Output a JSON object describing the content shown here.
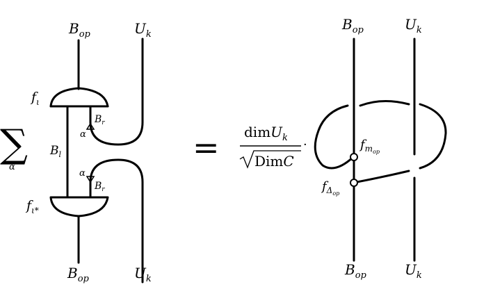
{
  "left": {
    "sum_symbol": "∑",
    "sum_index": "α",
    "top_left_label": "B",
    "top_left_sub": "op",
    "top_right_label": "U",
    "top_right_sub": "k",
    "bottom_left_label": "B",
    "bottom_left_sub": "op",
    "bottom_right_label": "U",
    "bottom_right_sub": "k",
    "top_node_label": "f",
    "top_node_sub": "ι",
    "bottom_node_label": "f",
    "bottom_node_sub": "ι*",
    "middle_strand_label": "B",
    "middle_strand_sub": "l",
    "upper_alpha": "α",
    "lower_alpha": "α",
    "upper_br_label": "B",
    "upper_br_sub": "r",
    "lower_br_label": "B",
    "lower_br_sub": "r"
  },
  "equals": "=",
  "coefficient": {
    "numerator_dim": "dim",
    "numerator_var": "U",
    "numerator_sub": "k",
    "denominator_dim": "Dim",
    "denominator_var": "C",
    "dot": "·"
  },
  "right": {
    "top_left_label": "B",
    "top_left_sub": "op",
    "top_right_label": "U",
    "top_right_sub": "k",
    "bottom_left_label": "B",
    "bottom_left_sub": "op",
    "bottom_right_label": "U",
    "bottom_right_sub": "k",
    "upper_node_label": "f",
    "upper_node_sub": "m",
    "upper_node_subsub": "op",
    "lower_node_label": "f",
    "lower_node_sub": "Δ",
    "lower_node_subsub": "op"
  }
}
